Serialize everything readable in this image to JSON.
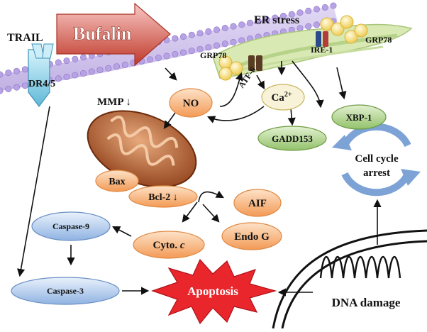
{
  "labels": {
    "trail": "TRAIL",
    "receptor": "DR4/5",
    "drug": "Bufalin",
    "er_stress": "ER stress",
    "grp78_left": "GRP78",
    "grp78_right": "GRP78",
    "atf6": "ATF-6",
    "ire1": "IRE-1",
    "no": "NO",
    "calcium": "Ca",
    "calcium_sup": "2+",
    "mmp": "MMP ↓",
    "xbp1": "XBP-1",
    "gadd153": "GADD153",
    "cell_cycle_line1": "Cell cycle",
    "cell_cycle_line2": "arrest",
    "bax": "Bax",
    "bcl2": "Bcl-2 ↓",
    "aif": "AIF",
    "endog": "Endo G",
    "cytoc_prefix": "Cyto.",
    "cytoc_suffix": "c",
    "caspase9": "Caspase-9",
    "caspase3": "Caspase-3",
    "apoptosis": "Apoptosis",
    "dna_damage": "DNA damage"
  },
  "colors": {
    "membrane_purple": "#a78fd6",
    "bufalin_red": "#d9534f",
    "er_green": "#c5dc9a",
    "vesicle_yellow": "#f6e27a",
    "orange_node": "#f7b37a",
    "green_node": "#a9cf86",
    "blue_node": "#a9c5ea",
    "apoptosis_red": "#e8262c",
    "mito_brown": "#a0522d"
  }
}
